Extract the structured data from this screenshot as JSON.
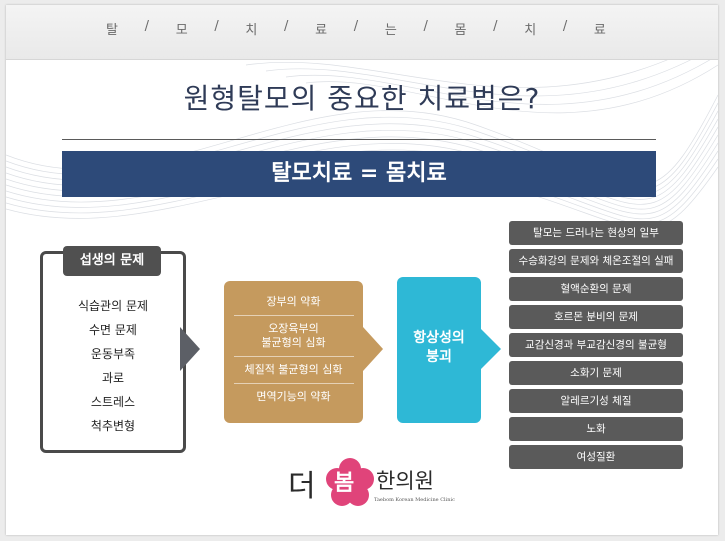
{
  "header": {
    "tagline_chars": [
      "탈",
      "/",
      "모",
      "/",
      "치",
      "/",
      "료",
      "/",
      "는",
      "/",
      "몸",
      "/",
      "치",
      "/",
      "료"
    ]
  },
  "title": "원형탈모의 중요한 치료법은?",
  "banner": "탈모치료  = 몸치료",
  "cause_box": {
    "heading": "섭생의 문제",
    "items": [
      "식습관의 문제",
      "수면 문제",
      "운동부족",
      "과로",
      "스트레스",
      "척추변형"
    ]
  },
  "weakness_box": {
    "items": [
      {
        "line1": "장부의 약화",
        "line2": ""
      },
      {
        "line1": "오장육부의",
        "line2": "불균형의 심화"
      },
      {
        "line1": "체질적 불균형의 심화",
        "line2": ""
      },
      {
        "line1": "면역기능의 약화",
        "line2": ""
      }
    ]
  },
  "homeostasis_box": {
    "line1": "항상성의",
    "line2": "붕괴"
  },
  "symptoms": [
    "탈모는 드러나는 현상의 일부",
    "수승화강의 문제와 체온조절의 실패",
    "혈액순환의 문제",
    "호르몬 분비의 문제",
    "교감신경과 부교감신경의 불균형",
    "소화기 문제",
    "알레르기성 체질",
    "노화",
    "여성질환"
  ],
  "logo": {
    "prefix": "더",
    "flower_text": "봄",
    "suffix": "한의원",
    "subtitle": "Taebom Korean Medicine Clinic"
  },
  "colors": {
    "banner_bg": "#2d4a79",
    "title_text": "#2f3b57",
    "cause_border": "#4a4a4a",
    "weakness_bg": "#c59a5e",
    "homeostasis_bg": "#2eb8d6",
    "symptom_bg": "#5a5a5a",
    "logo_flower": "#e0447a"
  }
}
